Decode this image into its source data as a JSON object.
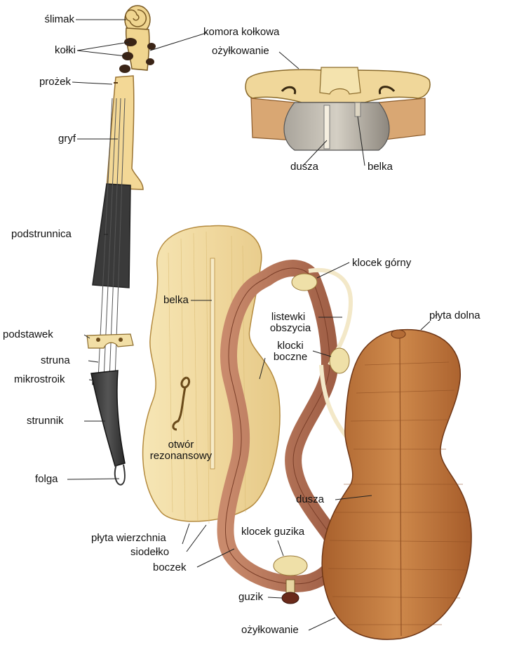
{
  "labels": {
    "slimak": "ślimak",
    "kolki": "kołki",
    "prozek": "prożek",
    "gryf": "gryf",
    "podstrunnica": "podstrunnica",
    "podstawek": "podstawek",
    "struna": "struna",
    "mikrostroik": "mikrostroik",
    "strunnik": "strunnik",
    "folga": "folga",
    "komora_kolkowa": "komora kołkowa",
    "ozylkowanie_top": "ożyłkowanie",
    "dusza_top": "dusza",
    "belka_top": "belka",
    "belka": "belka",
    "otwor_line1": "otwór",
    "otwor_line2": "rezonansowy",
    "plyta_wierzchnia": "płyta wierzchnia",
    "siodelko": "siodełko",
    "boczek": "boczek",
    "klocek_gorny": "klocek górny",
    "listewki_line1": "listewki",
    "listewki_line2": "obszycia",
    "klocki_line1": "klocki",
    "klocki_line2": "boczne",
    "plyta_dolna": "płyta dolna",
    "dusza": "dusza",
    "klocek_guzika": "klocek guzika",
    "guzik": "guzik",
    "ozylkowanie_bottom": "ożyłkowanie"
  },
  "colors": {
    "top_plate": "#f1dba0",
    "top_plate_edge": "#c9a25a",
    "neck": "#f3d896",
    "fingerboard": "#3a3a3a",
    "tailpiece": "#3c3c3c",
    "ribs": "#b4735a",
    "back_plate": "#c8844a",
    "back_plate_dark": "#8e4e22",
    "soundpost_grey": "#8a857d",
    "block": "#efe0a8",
    "button": "#6a2a1a"
  }
}
